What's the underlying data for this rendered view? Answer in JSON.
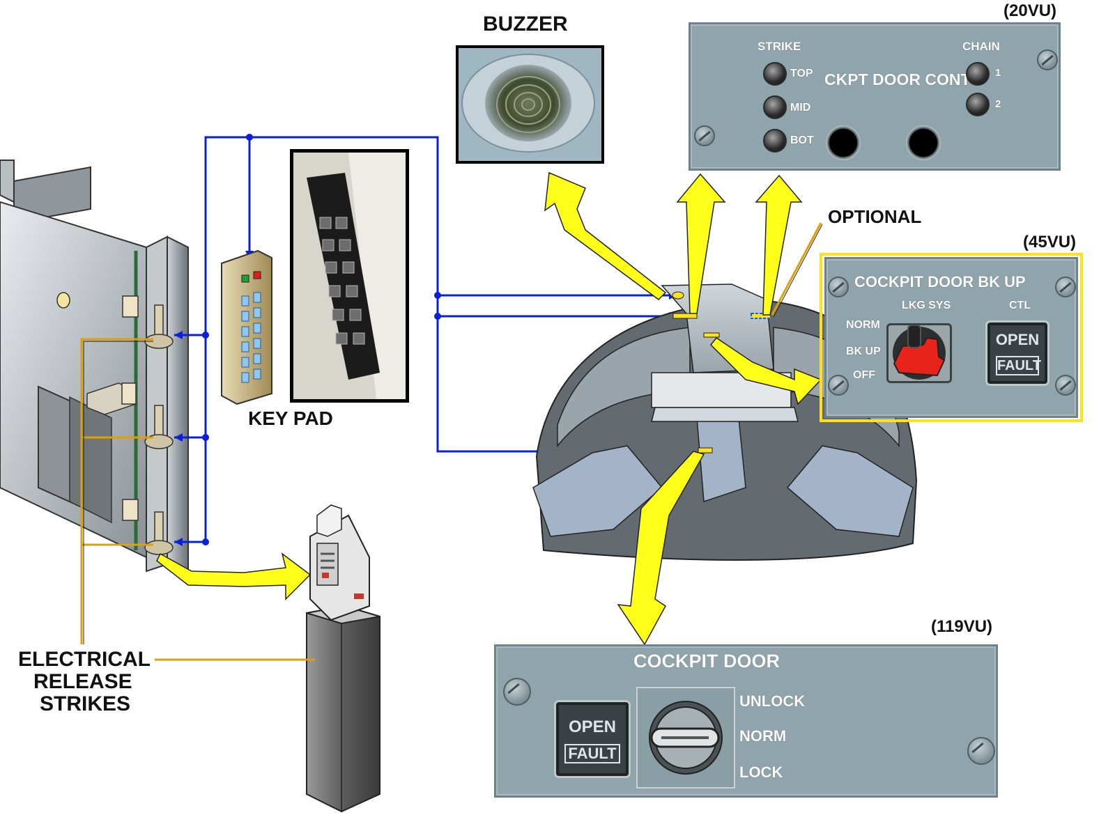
{
  "labels": {
    "buzzer": "BUZZER",
    "keypad": "KEY PAD",
    "optional": "OPTIONAL",
    "strikes_line1": "ELECTRICAL",
    "strikes_line2": "RELEASE",
    "strikes_line3": "STRIKES"
  },
  "panel_20vu": {
    "id": "(20VU)",
    "title": "CKPT DOOR CONT",
    "strike_header": "STRIKE",
    "chain_header": "CHAIN",
    "strike_top": "TOP",
    "strike_mid": "MID",
    "strike_bot": "BOT",
    "chain_1": "1",
    "chain_2": "2"
  },
  "panel_45vu": {
    "id": "(45VU)",
    "title": "COCKPIT DOOR BK UP",
    "lkg_sys": "LKG SYS",
    "ctl": "CTL",
    "norm": "NORM",
    "bk_up": "BK UP",
    "off": "OFF",
    "open": "OPEN",
    "fault": "FAULT"
  },
  "panel_119vu": {
    "id": "(119VU)",
    "title": "COCKPIT DOOR",
    "unlock": "UNLOCK",
    "norm": "NORM",
    "lock": "LOCK",
    "open": "OPEN",
    "fault": "FAULT"
  },
  "colors": {
    "wire": "#0a1fd6",
    "arrow": "#ffff1a",
    "leader": "#e0a000",
    "panel": "#8fa4ab",
    "optional_border_yellow": "#ffe21a",
    "optional_border_blue": "#1a5fd6",
    "keypad_led_green": "#1f9e3a",
    "keypad_led_red": "#e21f1f",
    "selector_red": "#e8241a"
  }
}
